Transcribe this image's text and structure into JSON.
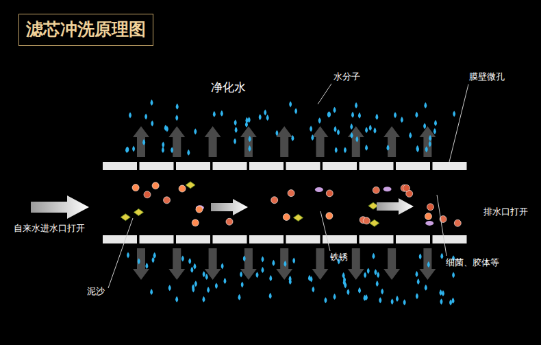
{
  "diagram": {
    "title": "滤芯冲洗原理图",
    "labels": [
      "净化水",
      "水分子",
      "膜壁微孔",
      "自来水进水口打开",
      "排水口打开",
      "泥沙",
      "铁锈",
      "细菌、胶体等"
    ]
  }
}
